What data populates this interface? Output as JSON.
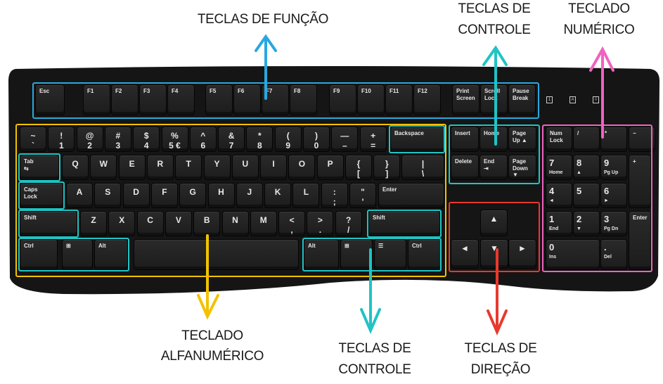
{
  "labels": {
    "function_keys": "TECLAS DE FUNÇÃO",
    "control_keys_top": [
      "TECLAS DE",
      "CONTROLE"
    ],
    "numeric_keypad": [
      "TECLADO",
      "NUMÉRICO"
    ],
    "alphanumeric": [
      "TECLADO",
      "ALFANUMÉRICO"
    ],
    "control_keys_bottom": [
      "TECLAS DE",
      "CONTROLE"
    ],
    "direction_keys": [
      "TECLAS DE",
      "DIREÇÃO"
    ]
  },
  "colors": {
    "function": "#29a8e0",
    "control": "#1fc4c4",
    "numeric": "#f062c0",
    "alphanumeric": "#f2c200",
    "direction": "#e8392e",
    "keyboard_body": "#151515"
  },
  "keyboard": {
    "indicators": [
      "1",
      "A",
      "⇩"
    ],
    "keys": [
      "Esc",
      "F1",
      "F2",
      "F3",
      "F4",
      "F5",
      "F6",
      "F7",
      "F8",
      "F9",
      "F10",
      "F11",
      "F12",
      "Print\nScreen",
      "Scroll\nLock",
      "Pause\nBreak",
      "~\n`",
      "!\n1",
      "@\n2",
      "#\n3",
      "$\n4",
      "%\n5 €",
      "^\n6",
      "&\n7",
      "*\n8",
      "(\n9",
      ")\n0",
      "—\n–",
      "+\n=",
      "Backspace",
      "Tab\n⇆",
      "Q",
      "W",
      "E",
      "R",
      "T",
      "Y",
      "U",
      "I",
      "O",
      "P",
      "{\n[",
      "}\n]",
      "|\n\\",
      "Caps\nLock",
      "A",
      "S",
      "D",
      "F",
      "G",
      "H",
      "J",
      "K",
      "L",
      ":\n;",
      "\"\n'",
      "Enter",
      "Shift",
      "Z",
      "X",
      "C",
      "V",
      "B",
      "N",
      "M",
      "<\n,",
      ">\n.",
      "?\n/",
      "Shift",
      "Ctrl",
      "⊞",
      "Alt",
      "",
      "Alt",
      "⊞",
      "☰",
      "Ctrl",
      "Insert",
      "Home",
      "Page\nUp ▲",
      "Delete",
      "End\n⇥",
      "Page\nDown ▼",
      "▲",
      "◄",
      "▼",
      "►",
      "Num\nLock",
      "/",
      "*",
      "−",
      "7\nHome",
      "8\n▲",
      "9\nPg Up",
      "+",
      "4\n◄",
      "5",
      "6\n►",
      "1\nEnd",
      "2\n▼",
      "3\nPg Dn",
      "Enter",
      "0\nIns",
      ".\nDel"
    ]
  }
}
